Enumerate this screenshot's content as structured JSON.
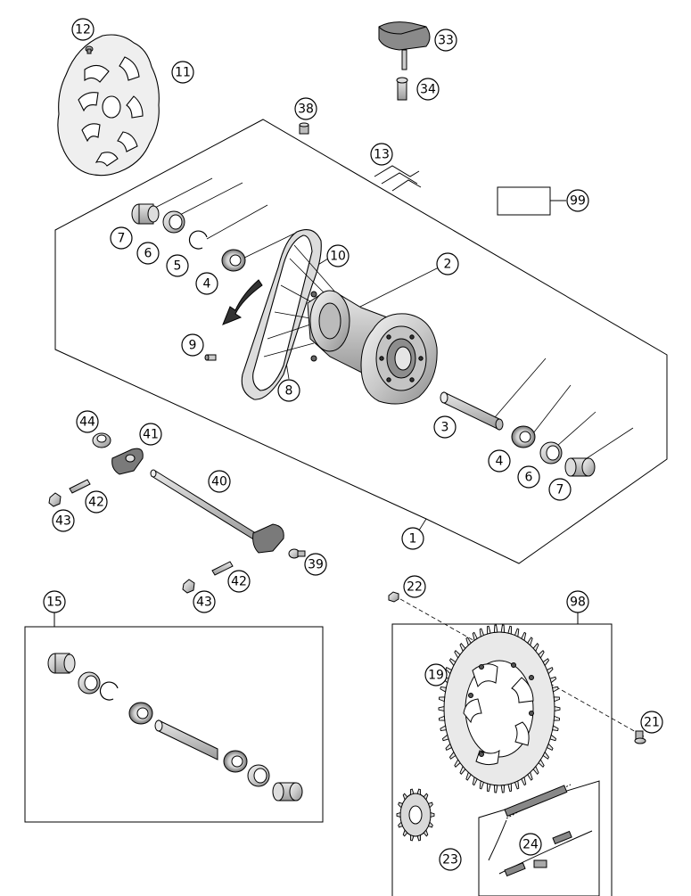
{
  "diagram": {
    "callouts": {
      "c1": "1",
      "c2": "2",
      "c3": "3",
      "c4a": "4",
      "c4b": "4",
      "c5": "5",
      "c6a": "6",
      "c6b": "6",
      "c7a": "7",
      "c7b": "7",
      "c8": "8",
      "c9": "9",
      "c10": "10",
      "c11": "11",
      "c12": "12",
      "c13": "13",
      "c15": "15",
      "c19": "19",
      "c21": "21",
      "c22": "22",
      "c23": "23",
      "c24": "24",
      "c33": "33",
      "c34": "34",
      "c38": "38",
      "c39": "39",
      "c40": "40",
      "c41": "41",
      "c42a": "42",
      "c42b": "42",
      "c43a": "43",
      "c43b": "43",
      "c44": "44",
      "c98": "98",
      "c99": "99",
      "k8": "8",
      "k9": "9"
    }
  }
}
